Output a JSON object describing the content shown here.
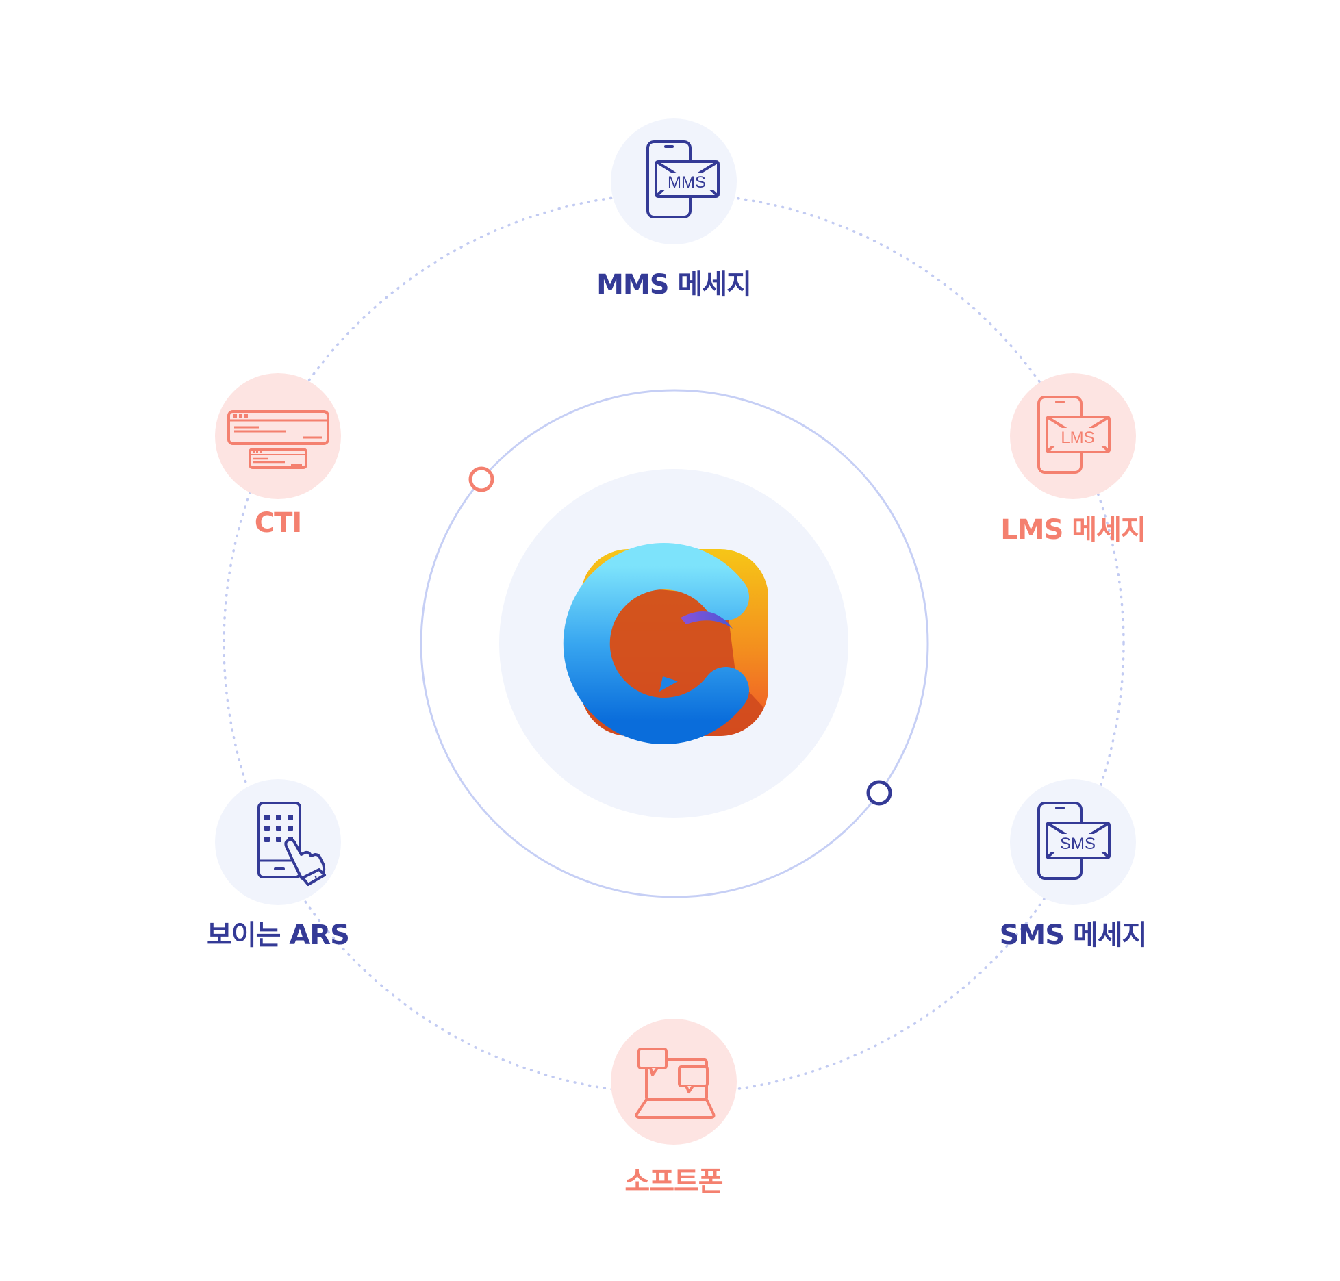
{
  "colors": {
    "navy": "#343a96",
    "coral": "#f4806f",
    "navy_bg": "#f1f4fc",
    "coral_bg": "#fde4e2",
    "orbit_outer": "#c0c9f2",
    "orbit_inner": "#c6cff5",
    "center_bg": "#f1f4fc"
  },
  "center": {
    "logo_icon": "chat-c-logo-icon"
  },
  "nodes": [
    {
      "key": "mms",
      "label": "MMS 메세지",
      "icon": "mms-phone-envelope-icon",
      "icon_text": "MMS",
      "theme": "navy"
    },
    {
      "key": "lms",
      "label": "LMS 메세지",
      "icon": "lms-phone-envelope-icon",
      "icon_text": "LMS",
      "theme": "coral"
    },
    {
      "key": "sms",
      "label": "SMS 메세지",
      "icon": "sms-phone-envelope-icon",
      "icon_text": "SMS",
      "theme": "navy"
    },
    {
      "key": "softphone",
      "label": "소프트폰",
      "icon": "laptop-chat-icon",
      "theme": "coral"
    },
    {
      "key": "ars",
      "label": "보이는 ARS",
      "icon": "keypad-phone-touch-icon",
      "theme": "navy"
    },
    {
      "key": "cti",
      "label": "CTI",
      "icon": "cti-window-icon",
      "theme": "coral"
    }
  ]
}
